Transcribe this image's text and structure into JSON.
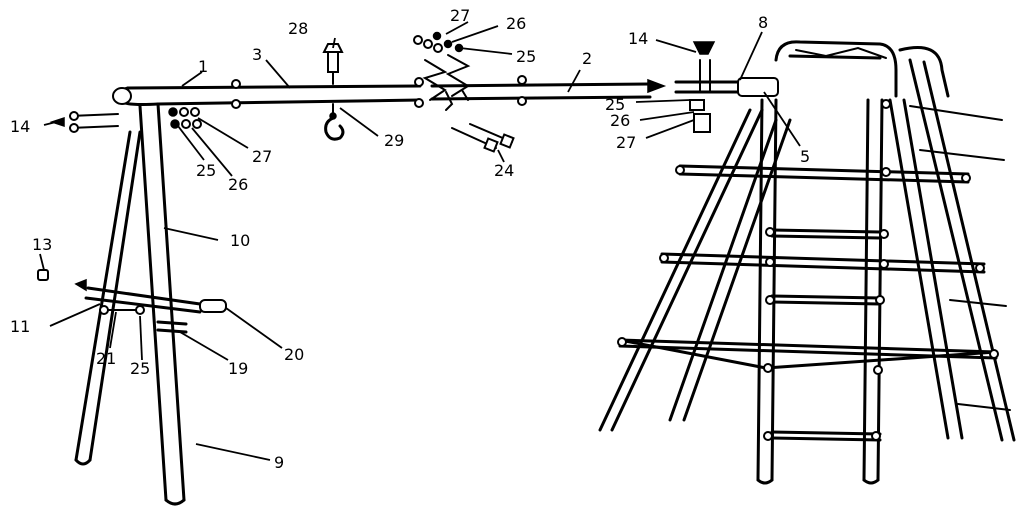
{
  "callouts": [
    {
      "id": "c1",
      "text": "1"
    },
    {
      "id": "c3",
      "text": "3"
    },
    {
      "id": "c28",
      "text": "28"
    },
    {
      "id": "c27a",
      "text": "27"
    },
    {
      "id": "c26a",
      "text": "26"
    },
    {
      "id": "c25a",
      "text": "25"
    },
    {
      "id": "c2",
      "text": "2"
    },
    {
      "id": "c14a",
      "text": "14"
    },
    {
      "id": "c8",
      "text": "8"
    },
    {
      "id": "c25b",
      "text": "25"
    },
    {
      "id": "c26b",
      "text": "26"
    },
    {
      "id": "c27b",
      "text": "27"
    },
    {
      "id": "c5",
      "text": "5"
    },
    {
      "id": "c14b",
      "text": "14"
    },
    {
      "id": "c25c",
      "text": "25"
    },
    {
      "id": "c26c",
      "text": "26"
    },
    {
      "id": "c27c",
      "text": "27"
    },
    {
      "id": "c29",
      "text": "29"
    },
    {
      "id": "c24",
      "text": "24"
    },
    {
      "id": "c10",
      "text": "10"
    },
    {
      "id": "c13",
      "text": "13"
    },
    {
      "id": "c11",
      "text": "11"
    },
    {
      "id": "c21",
      "text": "21"
    },
    {
      "id": "c25d",
      "text": "25"
    },
    {
      "id": "c19",
      "text": "19"
    },
    {
      "id": "c20",
      "text": "20"
    },
    {
      "id": "c9",
      "text": "9"
    }
  ]
}
